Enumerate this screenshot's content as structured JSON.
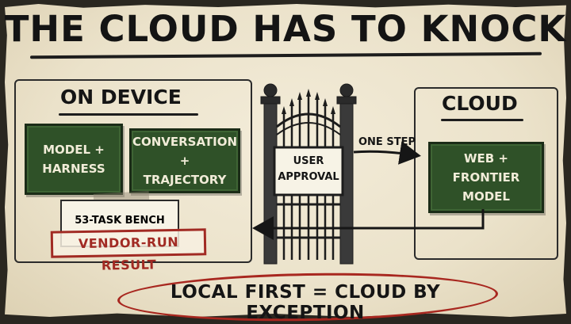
{
  "title": "THE CLOUD HAS TO KNOCK",
  "on_device": {
    "label": "ON DEVICE",
    "box_model": {
      "line1": "MODEL +",
      "line2": "HARNESS"
    },
    "box_conversation": {
      "line1": "CONVERSATION +",
      "line2": "TRAJECTORY"
    },
    "bench_tag": "53-TASK BENCH",
    "stamp": "VENDOR-RUN RESULT"
  },
  "gate": {
    "sign_line1": "USER",
    "sign_line2": "APPROVAL",
    "arrow_label": "ONE STEP"
  },
  "cloud": {
    "label": "CLOUD",
    "box": {
      "line1": "WEB +",
      "line2": "FRONTIER MODEL"
    }
  },
  "footer": "LOCAL FIRST = CLOUD BY EXCEPTION",
  "colors": {
    "green_box": "#2f5128",
    "stamp_red": "#a12a23",
    "ink": "#151515",
    "paper": "#efe7d1"
  }
}
